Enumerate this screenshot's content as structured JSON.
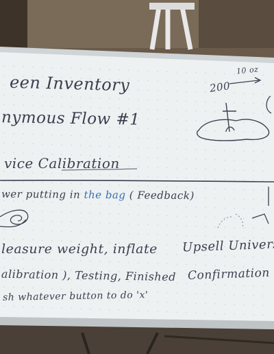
{
  "board": {
    "title_line1": "een Inventory",
    "title_line2": "nymous Flow #1",
    "heading": "vice Calibration",
    "line_a_pre": "wer putting in ",
    "line_a_blue": "the bag",
    "line_a_post": " ( Feedback)",
    "line_b": "leasure weight, inflate",
    "line_c": "alibration ), Testing, Finished",
    "line_d": "sh whatever button to do 'x'",
    "right_line1": "Upsell Univers",
    "right_line2": "Confirmation",
    "sketch_label_200": "200",
    "sketch_label_top": "10 oz"
  },
  "colors": {
    "board": "#eef1f2",
    "frame": "#d6dadc",
    "marker_dark": "#3a3f4e",
    "marker_blue": "#3c6fb0",
    "wall": "#6b5b4a",
    "floor": "#4a4038"
  }
}
